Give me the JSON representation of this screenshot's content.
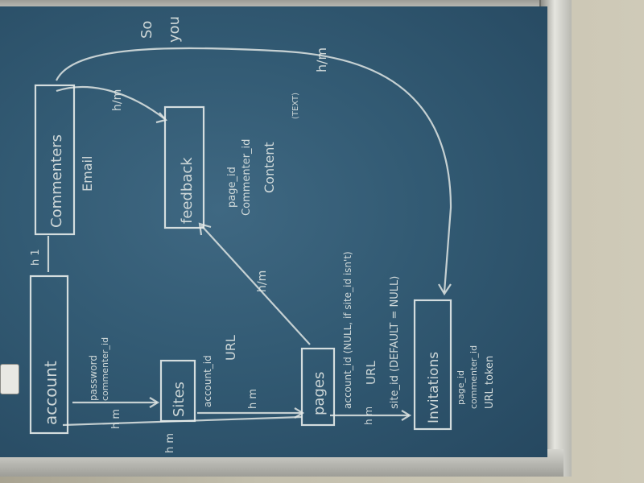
{
  "board": {
    "entities": [
      {
        "id": "account",
        "title": "account",
        "fields": [
          "password",
          "commenter_id"
        ]
      },
      {
        "id": "commenters",
        "title": "Commenters",
        "fields": [
          "Email"
        ]
      },
      {
        "id": "feedback",
        "title": "feedback",
        "fields": [
          "page_id",
          "Commenter_id",
          "Content",
          "(TEXT)"
        ]
      },
      {
        "id": "sites",
        "title": "Sites",
        "fields": [
          "account_id",
          "URL"
        ]
      },
      {
        "id": "pages",
        "title": "pages",
        "fields": [
          "account_id (NULL, if site_id isn't)",
          "URL",
          "site_id (DEFAULT = NULL)"
        ]
      },
      {
        "id": "invitations",
        "title": "Invitations",
        "fields": [
          "page_id",
          "commenter_id",
          "URL token"
        ]
      }
    ],
    "relations": {
      "account_commenters": "h 1",
      "commenters_feedback": "h/m",
      "commenters_invitations": "h/m",
      "account_sites": "h m",
      "sites_pages": "h m",
      "pages_feedback": "h/m",
      "pages_invitations": "h m",
      "account_pages": "h m"
    },
    "corner_text": [
      "So",
      "you"
    ]
  }
}
